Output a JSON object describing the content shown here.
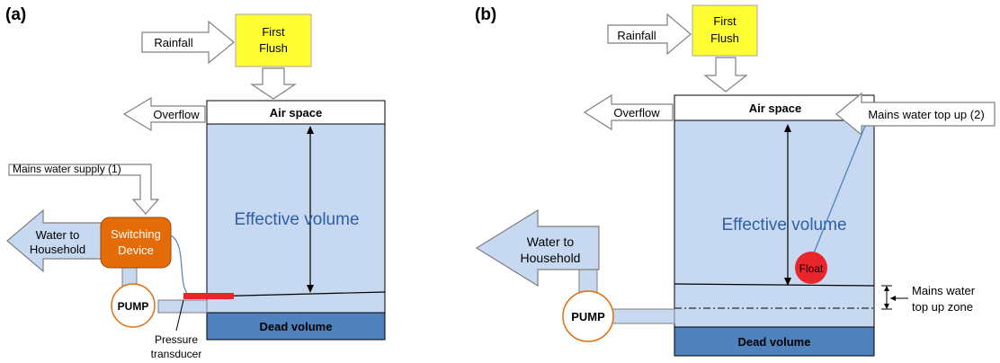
{
  "panel_a": {
    "label": "(a)",
    "rainfall": "Rainfall",
    "first_flush_line1": "First",
    "first_flush_line2": "Flush",
    "overflow": "Overflow",
    "air_space": "Air space",
    "effective_volume": "Effective volume",
    "mains_supply": "Mains water supply (1)",
    "water_to_line1": "Water to",
    "water_to_line2": "Household",
    "switching_line1": "Switching",
    "switching_line2": "Device",
    "pump": "PUMP",
    "pressure_line1": "Pressure",
    "pressure_line2": "transducer",
    "dead_volume": "Dead volume"
  },
  "panel_b": {
    "label": "(b)",
    "rainfall": "Rainfall",
    "first_flush_line1": "First",
    "first_flush_line2": "Flush",
    "overflow": "Overflow",
    "air_space": "Air space",
    "mains_topup": "Mains water top up (2)",
    "effective_volume": "Effective volume",
    "water_to_line1": "Water to",
    "water_to_line2": "Household",
    "float": "Float",
    "pump": "PUMP",
    "mains_zone_line1": "Mains water",
    "mains_zone_line2": "top up zone",
    "dead_volume": "Dead volume"
  },
  "colors": {
    "tank_fill": "#c6d9f1",
    "dead_fill": "#4f81bd",
    "arrow_fill": "#c6d9f1",
    "first_flush": "#ffff33",
    "switching_device": "#e36c09",
    "float": "#e8262c",
    "sensor": "#e8262c",
    "pump_border": "#e36c09",
    "volume_text": "#2e5fa3"
  }
}
